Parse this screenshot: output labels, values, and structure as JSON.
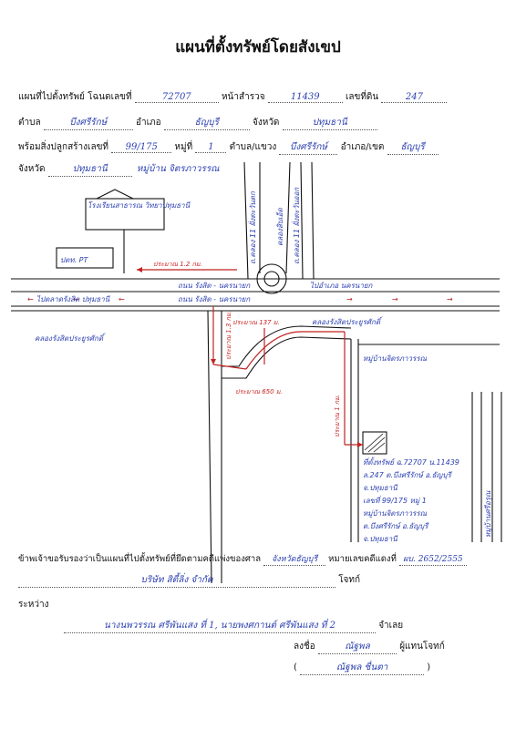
{
  "title": "แผนที่ตั้งทรัพย์โดยสังเขป",
  "deed": {
    "label": "แผนที่ไปตั้งทรัพย์ โฉนดเลขที่",
    "value": "72707",
    "page_label": "หน้าสำรวจ",
    "page_value": "11439",
    "land_label": "เลขที่ดิน",
    "land_value": "247"
  },
  "location": {
    "subdistrict_label": "ตำบล",
    "subdistrict_value": "บึงศรีรักษ์",
    "district_label": "อำเภอ",
    "district_value": "ธัญบุรี",
    "province_label": "จังหวัด",
    "province_value": "ปทุมธานี"
  },
  "building": {
    "label": "พร้อมสิ่งปลูกสร้างเลขที่",
    "value": "99/175",
    "moo_label": "หมู่ที่",
    "moo_value": "1",
    "subdistrict_label": "ตำบล/แขวง",
    "subdistrict_value": "บึงศรีรักษ์",
    "district_label": "อำเภอ/เขต",
    "district_value": "ธัญบุรี"
  },
  "province2": {
    "label": "จังหวัด",
    "value": "ปทุมธานี",
    "village_note": "หมู่บ้าน จิตรภาวรรณ"
  },
  "map": {
    "building_name": "โรงเรียนสาธารณ วิทยาปทุมธานี",
    "ptt": "ปตท. PT",
    "main_road": "ถนน รังสิต - นครนายก",
    "main_road2": "ถนน รังสิต - นครนายก",
    "road_left": "ไปตลาดรังสิต ปทุมธานี",
    "road_right": "ไปอำเภอ นครนายก",
    "dist_1_2": "ประมาณ 1.2 กม.",
    "dist_137": "ประมาณ 137 ม.",
    "dist_650": "ประมาณ 650 ม.",
    "dist_1km": "ประมาณ 1 กม.",
    "dist_small": "ประมาณ 1.3 กม.",
    "canal_left": "คลองรังสิตประยูรศักดิ์",
    "canal_right": "คลองรังสิตประยูรศักดิ์",
    "canal_vertical": "คลองสิบเอ็ด",
    "road_v1": "ถ.คลอง 11 ฝั่งตะวันตก",
    "road_v2": "ถ.คลอง 11 ฝั่งตะวันออก",
    "village": "หมู่บ้านจิตรภาวรรณ",
    "village_right": "หมู่บ้านศรีอรุณ",
    "property_lines": [
      "ที่ตั้งทรัพย์ ฉ.72707 น.11439",
      "ล.247 ต.บึงศรีรักษ์ อ.ธัญบุรี",
      "จ.ปทุมธานี",
      "เลขที่ 99/175 หมู่ 1",
      "หมู่บ้านจิตรภาวรรณ",
      "ต.บึงศรีรักษ์ อ.ธัญบุรี",
      "จ.ปทุมธานี"
    ]
  },
  "certify": {
    "text": "ข้าพเจ้าขอรับรองว่าเป็นแผนที่ไปตั้งทรัพย์ที่ยึดตามคดีแพ่งของศาล",
    "court": "จังหวัดธัญบุรี",
    "case_label": "หมายเลขคดีแดงที่",
    "case_value": "ผบ. 2652/2555"
  },
  "plaintiff": {
    "value": "บริษัท สิตี้ลิ่ง จำกัด",
    "label": "โจทก์"
  },
  "between": {
    "label": "ระหว่าง",
    "value": "นางนพวรรณ ศรีพันแสง ที่ 1, นายพงศกานต์ ศรีพันแสง ที่ 2",
    "label2": "จำเลย"
  },
  "signature": {
    "sign_label": "ลงชื่อ",
    "sign_value": "ณัฐพล",
    "role": "ผู้แทนโจทก์",
    "name": "ณัฐพล ชื่นตา"
  },
  "colors": {
    "ink": "#2a3fb0",
    "red": "#c22222"
  }
}
